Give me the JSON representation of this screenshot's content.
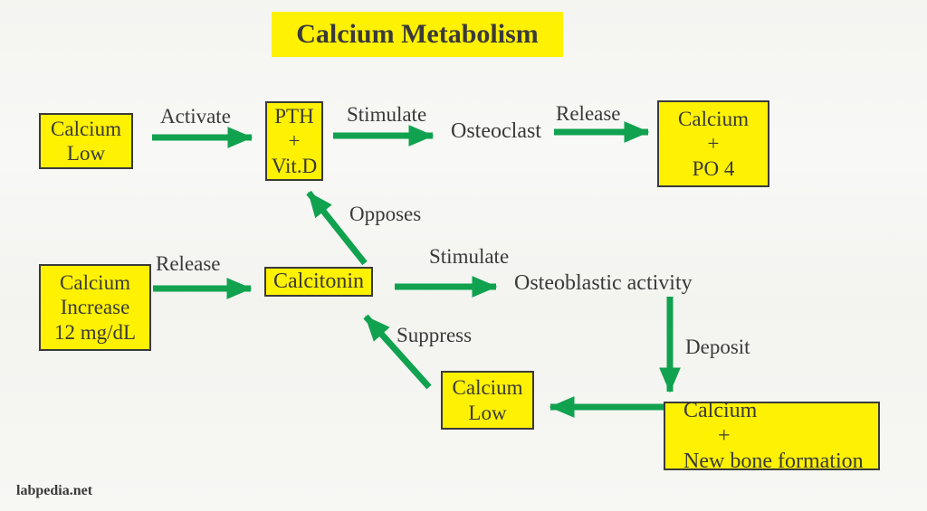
{
  "title": "Calcium Metabolism",
  "watermark": "labpedia.net",
  "colors": {
    "box_fill": "#fef102",
    "box_border": "#3a3a3a",
    "arrow_green": "#10a24f",
    "text": "#3a3a3a",
    "background": "#f6f6f3"
  },
  "nodes": {
    "calcium_low_top": {
      "lines": [
        "Calcium",
        "Low"
      ]
    },
    "pth_vitd": {
      "lines": [
        "PTH",
        "+",
        "Vit.D"
      ]
    },
    "osteoclast": {
      "label": "Osteoclast"
    },
    "calcium_po4": {
      "lines": [
        "Calcium",
        "+",
        "PO 4"
      ]
    },
    "calcium_increase": {
      "lines": [
        "Calcium",
        "Increase",
        "12 mg/dL"
      ]
    },
    "calcitonin": {
      "label": "Calcitonin"
    },
    "osteoblastic_activity": {
      "label": "Osteoblastic activity"
    },
    "calcium_low_bottom": {
      "lines": [
        "Calcium",
        "Low"
      ]
    },
    "new_bone_formation": {
      "lines": [
        "Calcium",
        "+",
        "New bone formation"
      ]
    }
  },
  "labels": {
    "activate": "Activate",
    "stimulate_top": "Stimulate",
    "release_top": "Release",
    "opposes": "Opposes",
    "release_mid": "Release",
    "stimulate_mid": "Stimulate",
    "suppress": "Suppress",
    "deposit": "Deposit"
  },
  "connections": [
    {
      "from": "Calcium Low",
      "to": "PTH + Vit.D",
      "label": "Activate"
    },
    {
      "from": "PTH + Vit.D",
      "to": "Osteoclast",
      "label": "Stimulate"
    },
    {
      "from": "Osteoclast",
      "to": "Calcium + PO 4",
      "label": "Release"
    },
    {
      "from": "Calcitonin",
      "to": "PTH + Vit.D",
      "label": "Opposes"
    },
    {
      "from": "Calcium Increase 12 mg/dL",
      "to": "Calcitonin",
      "label": "Release"
    },
    {
      "from": "Calcitonin",
      "to": "Osteoblastic activity",
      "label": "Stimulate"
    },
    {
      "from": "Osteoblastic activity",
      "to": "Calcium + New bone formation",
      "label": "Deposit"
    },
    {
      "from": "Calcium + New bone formation",
      "to": "Calcium Low",
      "label": ""
    },
    {
      "from": "Calcium Low",
      "to": "Calcitonin",
      "label": "Suppress"
    }
  ]
}
